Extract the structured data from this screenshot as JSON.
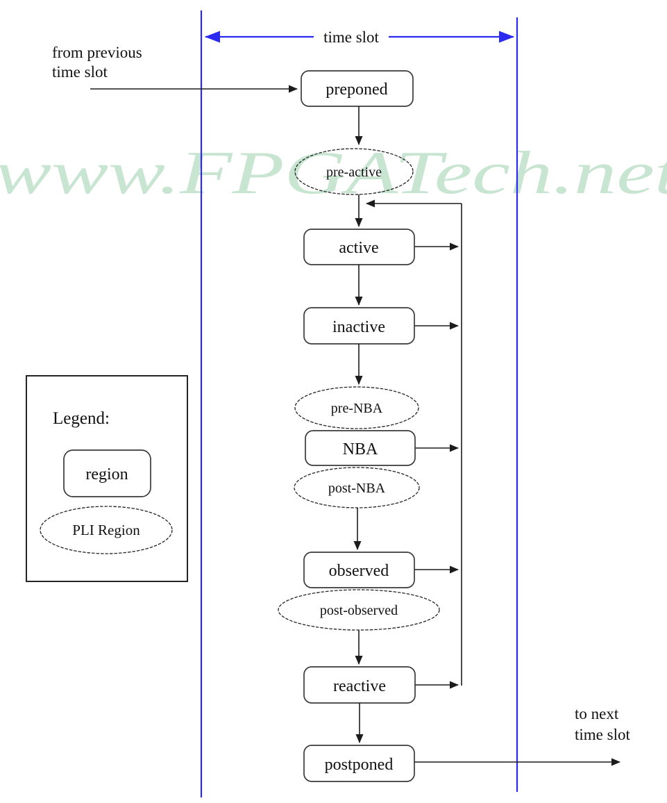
{
  "watermark": {
    "text": "www.FPGATech.net"
  },
  "labels": {
    "time_slot": "time slot",
    "from_previous_line1": "from previous",
    "from_previous_line2": "time slot",
    "to_next_line1": "to next",
    "to_next_line2": "time slot"
  },
  "regions": {
    "preponed": "preponed",
    "pre_active": "pre-active",
    "active": "active",
    "inactive": "inactive",
    "pre_nba": "pre-NBA",
    "nba": "NBA",
    "post_nba": "post-NBA",
    "observed": "observed",
    "post_observed": "post-observed",
    "reactive": "reactive",
    "postponed": "postponed"
  },
  "legend": {
    "title": "Legend:",
    "region_label": "region",
    "pli_label": "PLI Region"
  },
  "colors": {
    "line_blue": "#2a2af0",
    "line_black": "#1c1c1c",
    "watermark_green": "#c8e5d2",
    "bg": "#ffffff"
  }
}
